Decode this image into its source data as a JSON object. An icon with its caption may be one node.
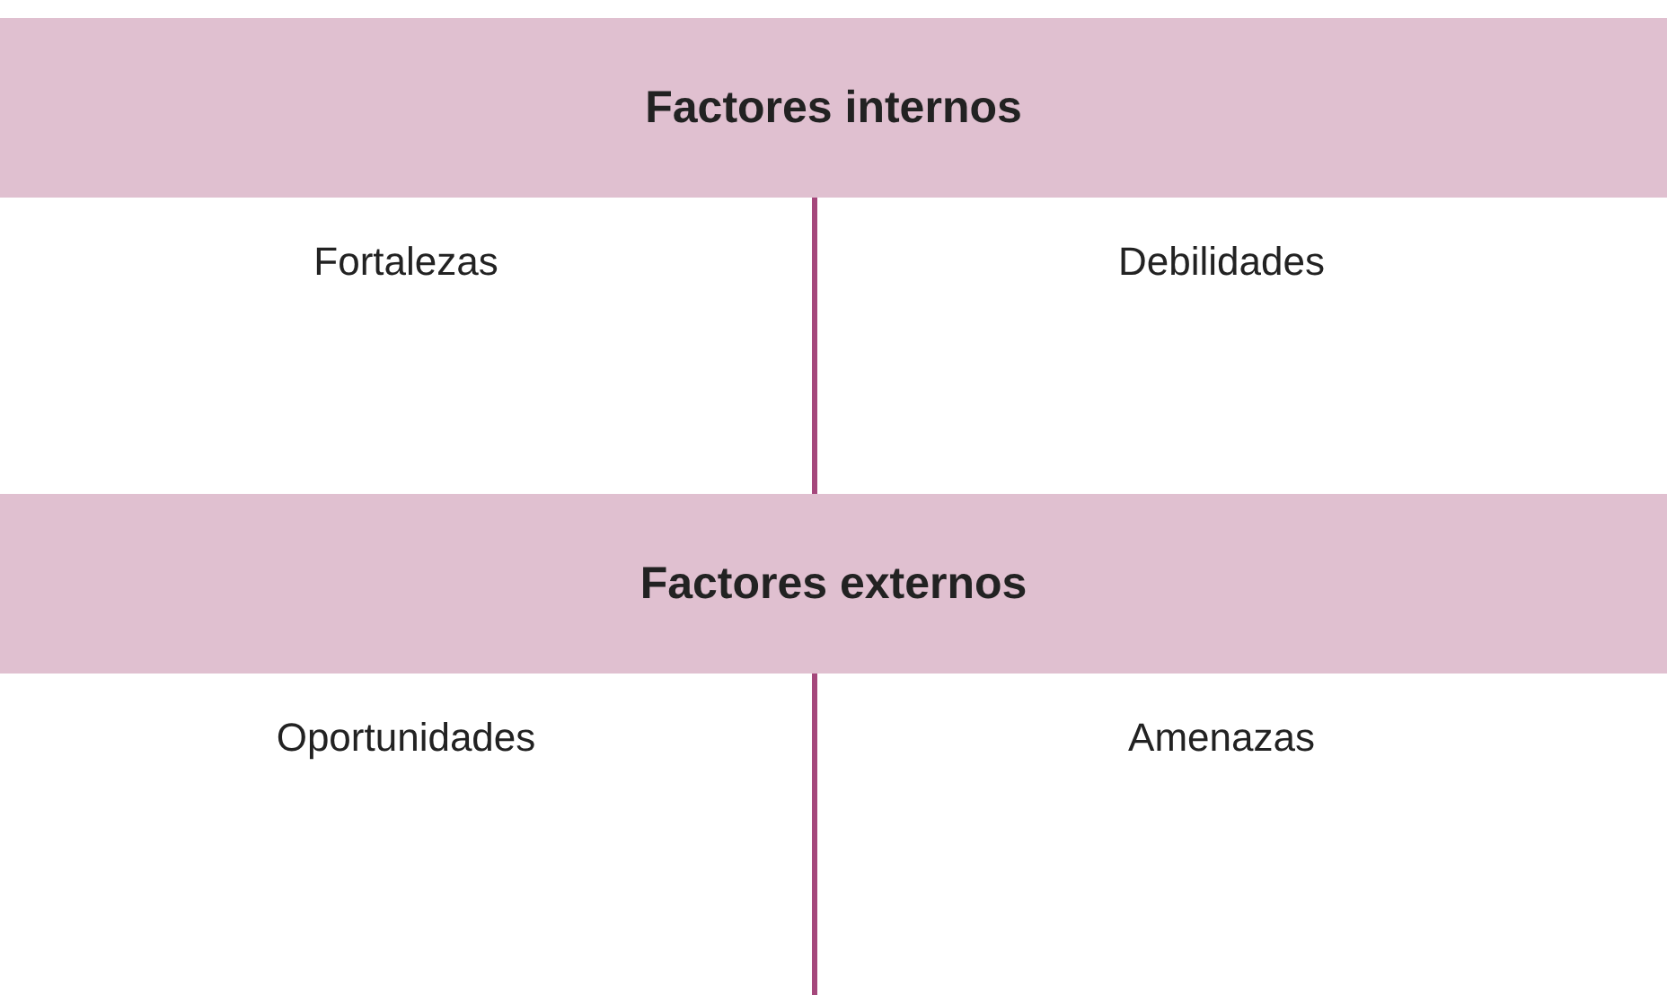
{
  "diagram": {
    "nodes": [
      {
        "text": [
          "Factores internos"
        ]
      },
      {
        "text": [
          "Factores externos"
        ]
      }
    ],
    "labels": [
      "Fortalezas",
      "Debilidades",
      "Oportunidades",
      "Amenazas"
    ]
  }
}
